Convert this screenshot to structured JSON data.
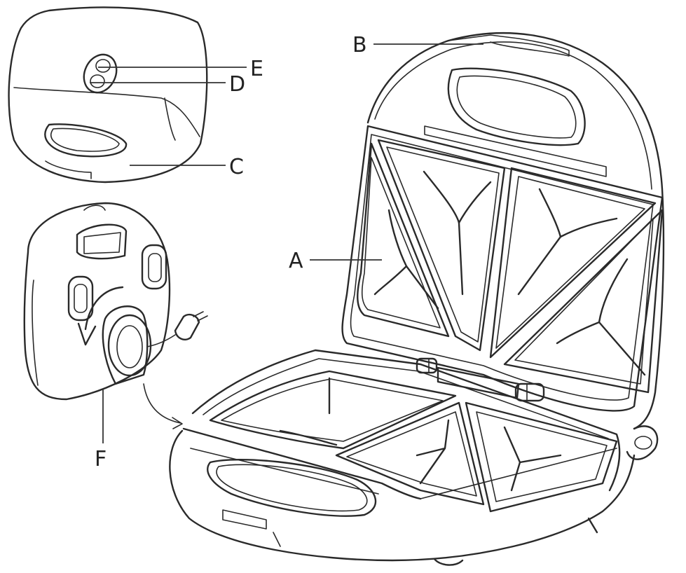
{
  "labels": {
    "a": "A",
    "b": "B",
    "c": "C",
    "d": "D",
    "e": "E",
    "f": "F"
  },
  "colors": {
    "line": "#2a2a2a",
    "background": "#ffffff"
  },
  "icons": [
    "plug-icon",
    "rotation-arrow-icon"
  ]
}
